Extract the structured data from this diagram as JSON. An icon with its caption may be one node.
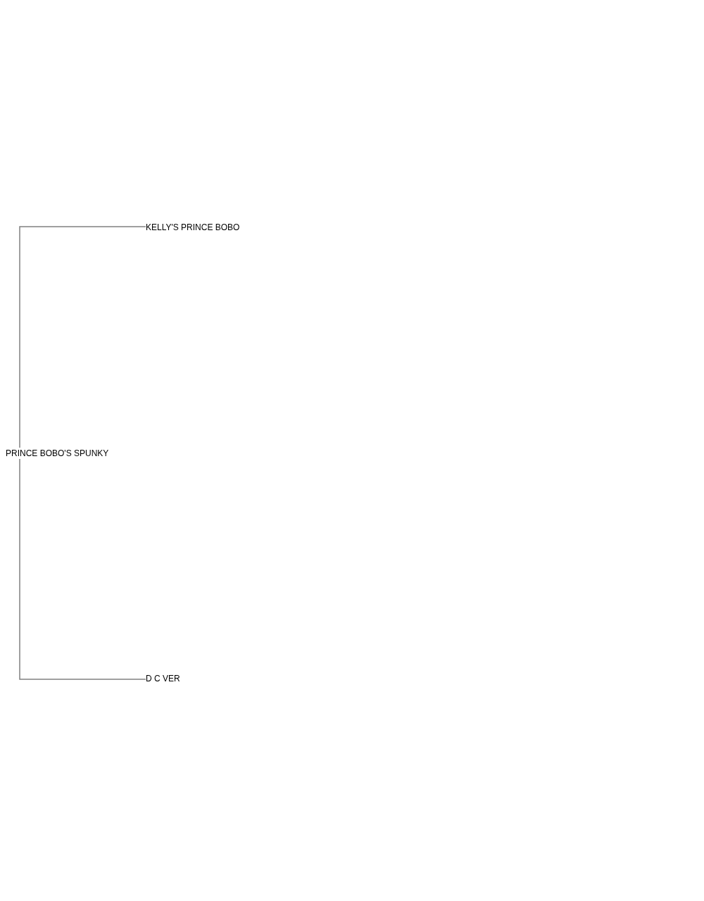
{
  "diagram": {
    "nodes": [
      {
        "text": [
          "PRINCE BOBO'S SPUNKY"
        ]
      },
      {
        "text": [
          "KELLY'S PRINCE BOBO"
        ]
      },
      {
        "text": [
          "D C VER"
        ]
      }
    ],
    "edges": [
      {
        "from": 0,
        "to": 1,
        "arrow": "none"
      },
      {
        "from": 0,
        "to": 2,
        "arrow": "none"
      }
    ]
  }
}
